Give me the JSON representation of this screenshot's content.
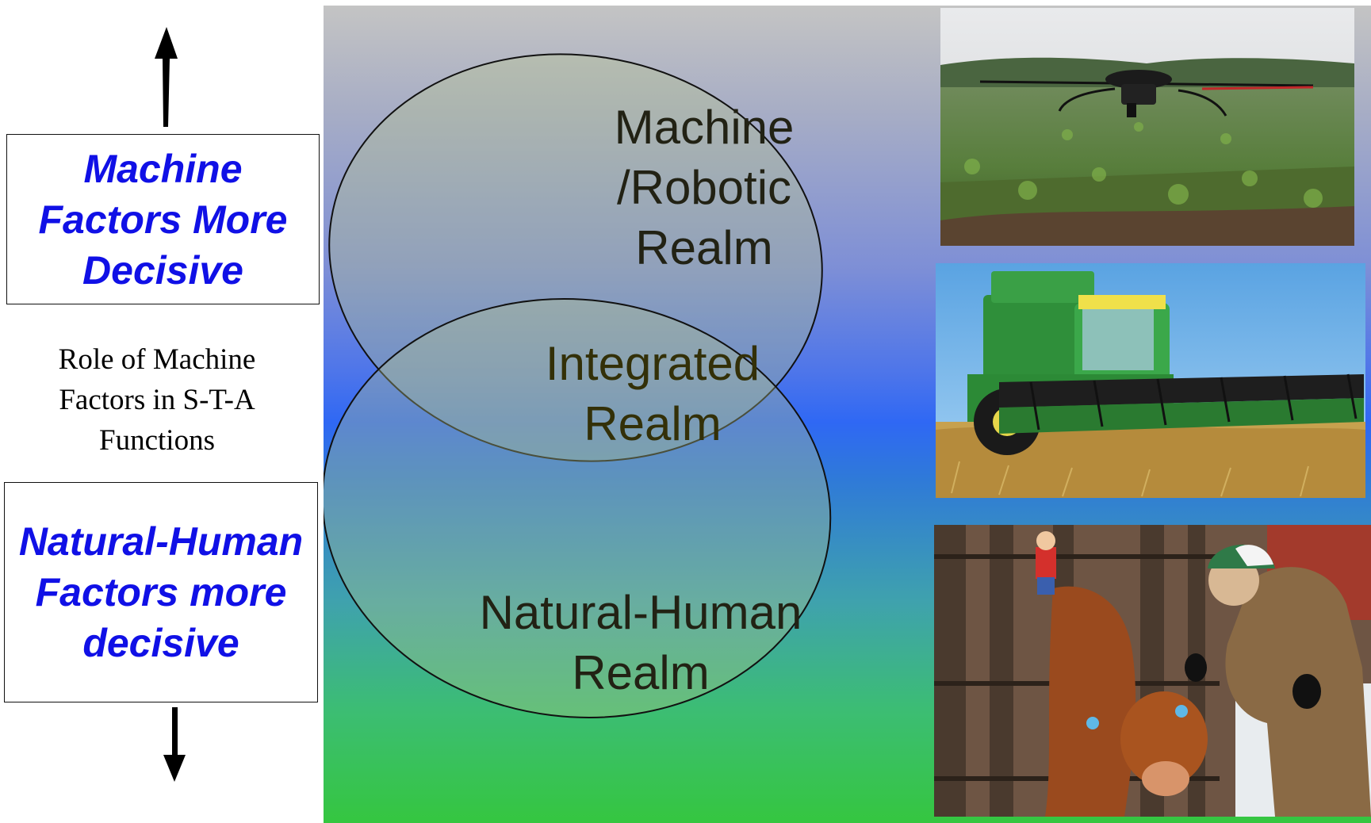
{
  "left_panel": {
    "top_box": "Machine Factors More Decisive",
    "role_label": "Role of Machine Factors in S-T-A Functions",
    "bottom_box": "Natural-Human Factors more decisive"
  },
  "venn": {
    "top_circle": "Machine /Robotic Realm",
    "overlap": "Integrated Realm",
    "bottom_circle": "Natural-Human Realm"
  },
  "photos": {
    "top": "drone-over-crop-field",
    "middle": "combine-harvester-in-wheat",
    "bottom": "farmer-with-calf-in-chute"
  },
  "colors": {
    "factor_text": "#1010e6",
    "gradient_top": "#c4c4c4",
    "gradient_mid": "#2f68f4",
    "gradient_bottom": "#35c640",
    "circle_fill": "#b4c48a"
  }
}
